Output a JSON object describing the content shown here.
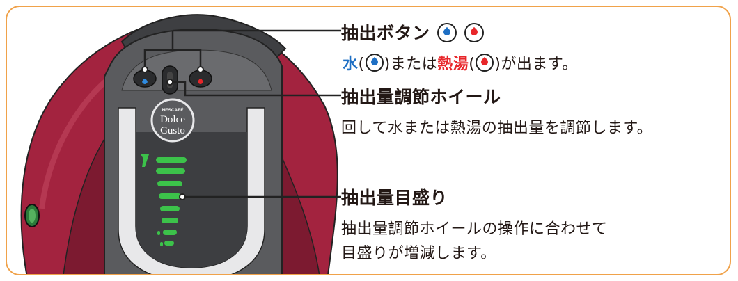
{
  "callouts": {
    "extraction_buttons": {
      "title": "抽出ボタン",
      "desc_water": "水",
      "desc_middle": "または",
      "desc_hot": "熱湯",
      "desc_end": "が出ます。"
    },
    "volume_wheel": {
      "title": "抽出量調節ホイール",
      "desc": "回して水または熱湯の抽出量を調節します。"
    },
    "volume_gauge": {
      "title": "抽出量目盛り",
      "desc_line1": "抽出量調節ホイールの操作に合わせて",
      "desc_line2": "目盛りが増減します。"
    }
  },
  "logo": {
    "brand": "NESCAFÉ",
    "line1": "Dolce",
    "line2": "Gusto"
  },
  "colors": {
    "frame": "#f0a24a",
    "body_red": "#a3233f",
    "panel_gray": "#5a5b5e",
    "gauge_green": "#3cc24a",
    "water_blue": "#1e6fc4",
    "hot_red": "#e8262a"
  }
}
